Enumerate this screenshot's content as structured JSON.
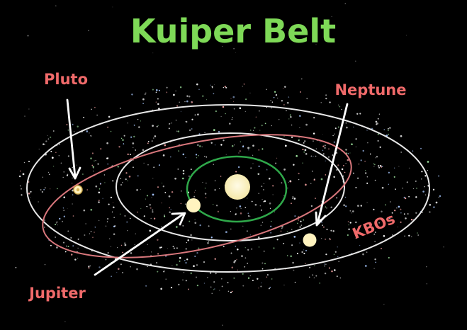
{
  "title": "Kuiper Belt",
  "labels": {
    "pluto": "Pluto",
    "neptune": "Neptune",
    "jupiter": "Jupiter",
    "kbos": "KBOs"
  },
  "colors": {
    "background": "#000000",
    "title": "#7ed957",
    "label": "#f06a6a",
    "kuiper_belt_ring": "#e8e8e8",
    "neptune_orbit": "#e8e8e8",
    "jupiter_orbit": "#2fa84a",
    "pluto_orbit": "#d9777c",
    "sun": "#fff6c9",
    "planet": "#fff3bf",
    "arrow": "#ffffff"
  }
}
